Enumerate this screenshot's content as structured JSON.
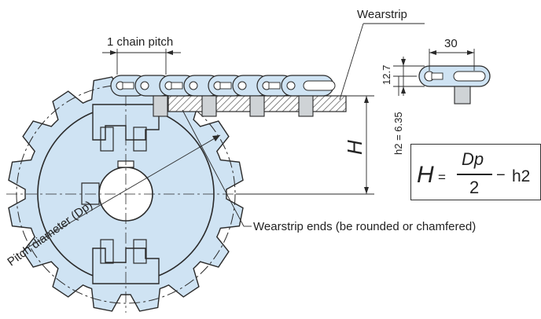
{
  "labels": {
    "wearstrip": "Wearstrip",
    "chain_pitch": "1 chain pitch",
    "pitch_diameter": "Pitch diameter (Dp)",
    "wearstrip_ends": "Wearstrip ends (be rounded or chamfered)",
    "height_symbol": "H",
    "dim_30": "30",
    "dim_12_7": "12.7",
    "dim_h2": "h2 = 6.35"
  },
  "formula": {
    "lhs": "H",
    "equals": "=",
    "numerator": "Dp",
    "denominator": "2",
    "minus": "−",
    "term": "h2"
  },
  "colors": {
    "sprocket_fill": "#cfe3f3",
    "chain_fill": "#cfe3f3",
    "line": "#2a2a2a",
    "hatch": "#555555"
  }
}
